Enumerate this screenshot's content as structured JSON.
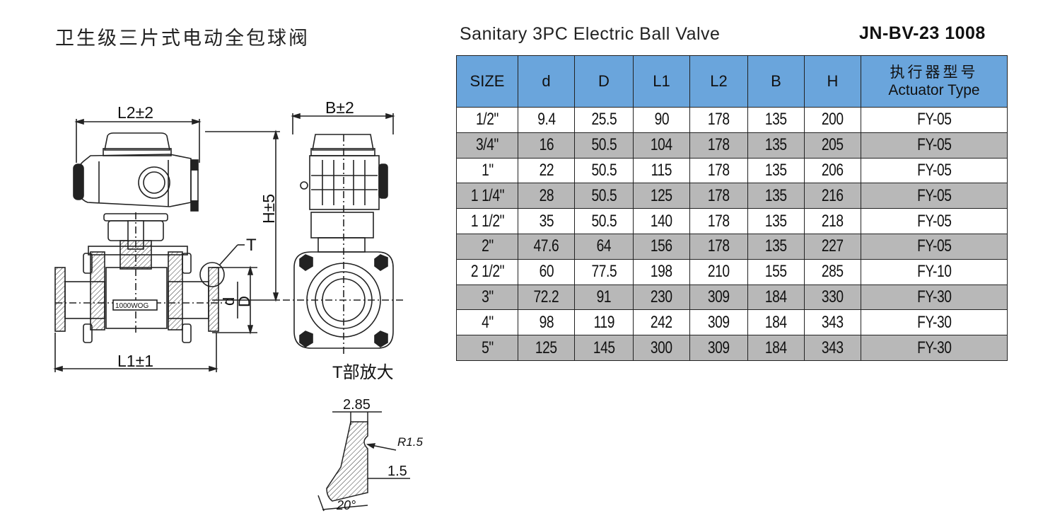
{
  "header": {
    "title_cn": "卫生级三片式电动全包球阀",
    "title_en": "Sanitary 3PC Electric Ball Valve",
    "model": "JN-BV-23 1008"
  },
  "drawing": {
    "dim_l2": "L2±2",
    "dim_b": "B±2",
    "dim_h": "H±5",
    "dim_t": "T",
    "dim_d_small": "d",
    "dim_d_big": "D",
    "dim_l1": "L1±1",
    "body_mark": "1000WOG",
    "detail_title": "T部放大",
    "detail_285": "2.85",
    "detail_r15": "R1.5",
    "detail_15": "1.5",
    "detail_20": "20°"
  },
  "table": {
    "headers": [
      "SIZE",
      "d",
      "D",
      "L1",
      "L2",
      "B",
      "H"
    ],
    "actuator_cn": "执行器型号",
    "actuator_en": "Actuator Type",
    "rows": [
      [
        "1/2\"",
        "9.4",
        "25.5",
        "90",
        "178",
        "135",
        "200",
        "FY-05"
      ],
      [
        "3/4\"",
        "16",
        "50.5",
        "104",
        "178",
        "135",
        "205",
        "FY-05"
      ],
      [
        "1\"",
        "22",
        "50.5",
        "115",
        "178",
        "135",
        "206",
        "FY-05"
      ],
      [
        "1 1/4\"",
        "28",
        "50.5",
        "125",
        "178",
        "135",
        "216",
        "FY-05"
      ],
      [
        "1 1/2\"",
        "35",
        "50.5",
        "140",
        "178",
        "135",
        "218",
        "FY-05"
      ],
      [
        "2\"",
        "47.6",
        "64",
        "156",
        "178",
        "135",
        "227",
        "FY-05"
      ],
      [
        "2 1/2\"",
        "60",
        "77.5",
        "198",
        "210",
        "155",
        "285",
        "FY-10"
      ],
      [
        "3\"",
        "72.2",
        "91",
        "230",
        "309",
        "184",
        "330",
        "FY-30"
      ],
      [
        "4\"",
        "98",
        "119",
        "242",
        "309",
        "184",
        "343",
        "FY-30"
      ],
      [
        "5\"",
        "125",
        "145",
        "300",
        "309",
        "184",
        "343",
        "FY-30"
      ]
    ]
  },
  "colors": {
    "header_bg": "#6aa5dc",
    "shade_row": "#b8b8b8"
  }
}
